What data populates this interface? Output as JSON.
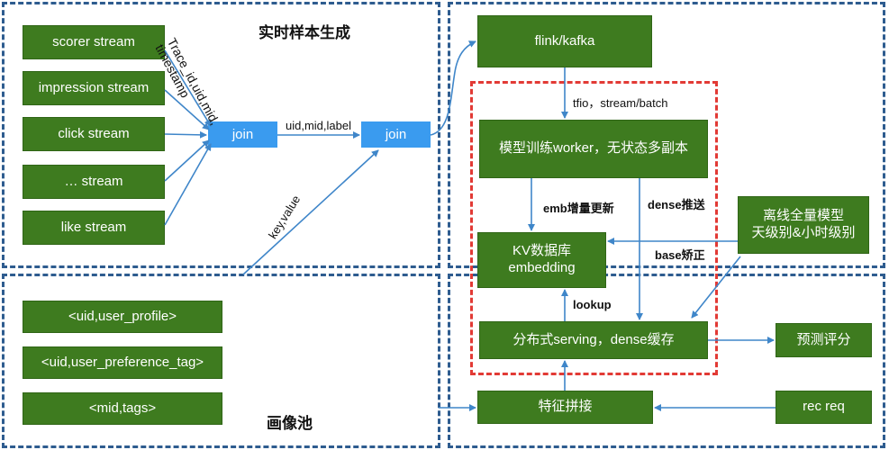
{
  "sections": {
    "sample_title": "实时样本生成",
    "pool_title": "画像池"
  },
  "streams": [
    "scorer stream",
    "impression stream",
    "click stream",
    "… stream",
    "like stream"
  ],
  "profiles": [
    "<uid,user_profile>",
    "<uid,user_preference_tag>",
    "<mid,tags>"
  ],
  "joins": {
    "join1": "join",
    "join2": "join"
  },
  "edge_labels": {
    "trace": "Trace_id,uid,mid,\ntimestamp",
    "uid_mid_label": "uid,mid,label",
    "key_value": "key,value",
    "tfio": "tfio，stream/batch",
    "emb_update": "emb增量更新",
    "dense_push": "dense推送",
    "base_correct": "base矫正",
    "lookup": "lookup"
  },
  "nodes": {
    "flink": "flink/kafka",
    "trainer": "模型训练worker，无状态多副本",
    "kv_line1": "KV数据库",
    "kv_line2": "embedding",
    "offline_line1": "离线全量模型",
    "offline_line2": "天级别&小时级别",
    "serving": "分布式serving，dense缓存",
    "predict": "预测评分",
    "feature": "特征拼接",
    "rec_req": "rec req"
  },
  "colors": {
    "green": "#3e7b1f",
    "blue": "#3a9bef",
    "dashed_blue": "#2e5c8f",
    "dashed_red": "#e23a35",
    "arrow": "#3f86c9"
  }
}
